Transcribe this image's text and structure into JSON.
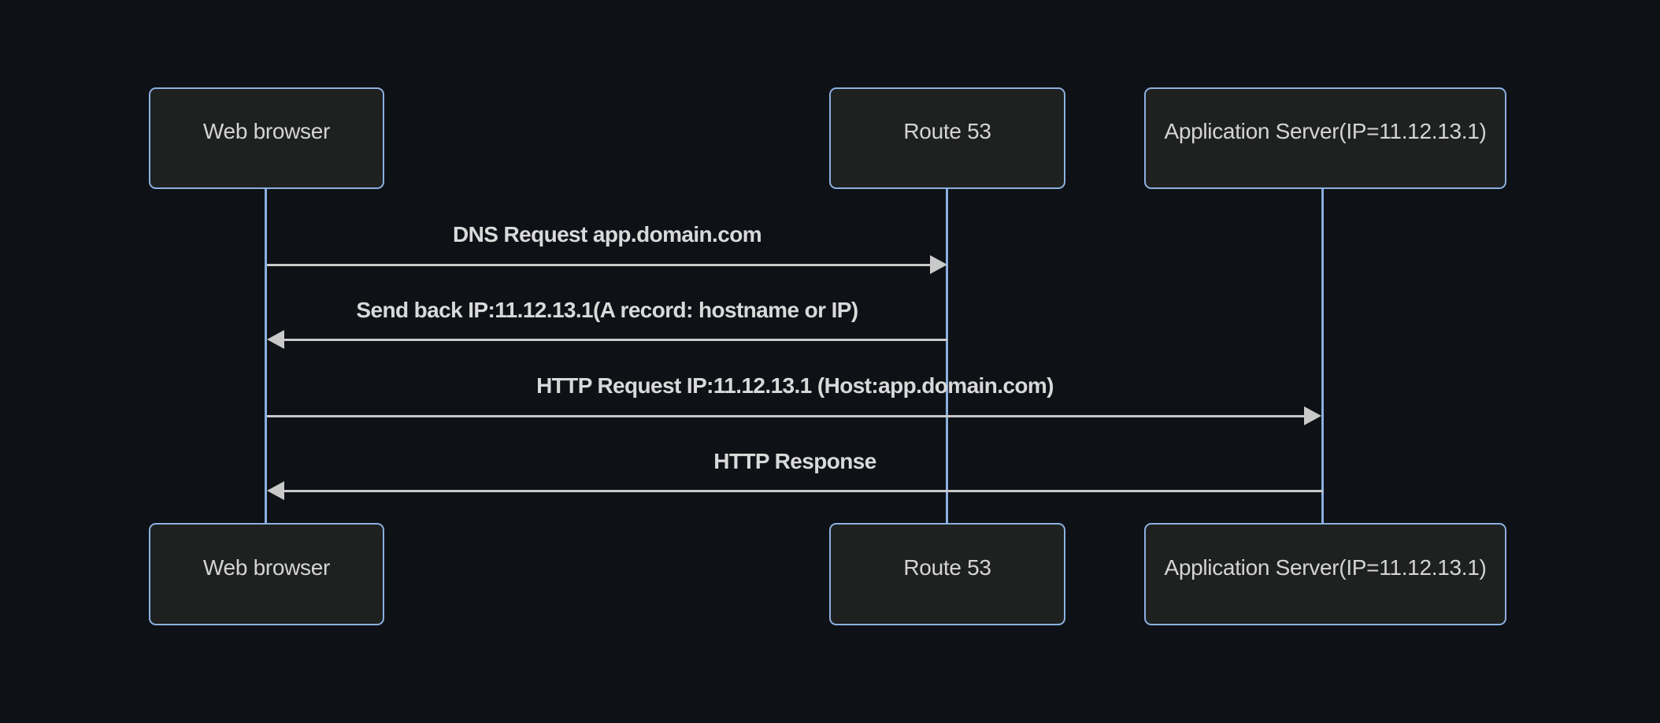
{
  "diagram": {
    "type": "sequence",
    "actors": [
      {
        "id": "web-browser",
        "label": "Web browser"
      },
      {
        "id": "route-53",
        "label": "Route 53"
      },
      {
        "id": "application-server",
        "label": "Application Server(IP=11.12.13.1)"
      }
    ],
    "messages": [
      {
        "from": "web-browser",
        "to": "route-53",
        "direction": "right",
        "arrow": "solid-filled",
        "text": "DNS Request app.domain.com"
      },
      {
        "from": "route-53",
        "to": "web-browser",
        "direction": "left",
        "arrow": "solid-filled",
        "text": "Send back IP:11.12.13.1(A record: hostname or IP)"
      },
      {
        "from": "web-browser",
        "to": "application-server",
        "direction": "right",
        "arrow": "solid-filled",
        "text": "HTTP Request IP:11.12.13.1 (Host:app.domain.com)"
      },
      {
        "from": "application-server",
        "to": "web-browser",
        "direction": "left",
        "arrow": "solid-filled",
        "text": "HTTP Response"
      }
    ],
    "colors": {
      "background": "#0e1116",
      "actor_fill": "#1f2121",
      "actor_border": "#8cb0df",
      "lifeline": "#8cb0df",
      "signal_line": "#c9c9c9",
      "text": "#d6d6d6"
    }
  }
}
